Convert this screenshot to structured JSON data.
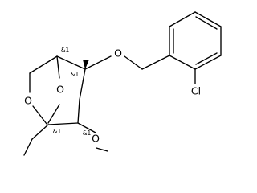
{
  "molecule": {
    "atoms": {
      "o_bridge": "O",
      "o_ring": "O",
      "o_ether": "O",
      "o_methoxy": "O",
      "chlorine": "Cl"
    },
    "stereo_labels": {
      "c_top": "&1",
      "c_right": "&1",
      "c_bottom_left": "&1",
      "c_bottom_right": "&1"
    }
  }
}
